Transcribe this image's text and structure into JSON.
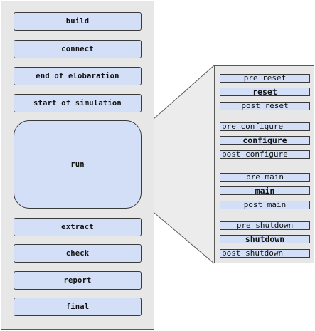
{
  "main_phases": {
    "build": "build",
    "connect": "connect",
    "end_of_elaboration": "end of elobaration",
    "start_of_simulation": "start of simulation",
    "run": "run",
    "extract": "extract",
    "check": "check",
    "report": "report",
    "final": "final"
  },
  "run_phases": {
    "pre_reset": "pre reset",
    "reset": "reset",
    "post_reset": "post reset",
    "pre_configure": "pre configure",
    "configure": "configure",
    "post_configure": "post configure",
    "pre_main": "pre main",
    "main": "main",
    "post_main": "post main",
    "pre_shutdown": "pre shutdown",
    "shutdown": "shutdown",
    "post_shutdown": "post shutdown"
  },
  "colors": {
    "phase_fill": "#d2dff6",
    "panel_fill": "#e7e7e7",
    "outline": "#3a3a3a"
  }
}
